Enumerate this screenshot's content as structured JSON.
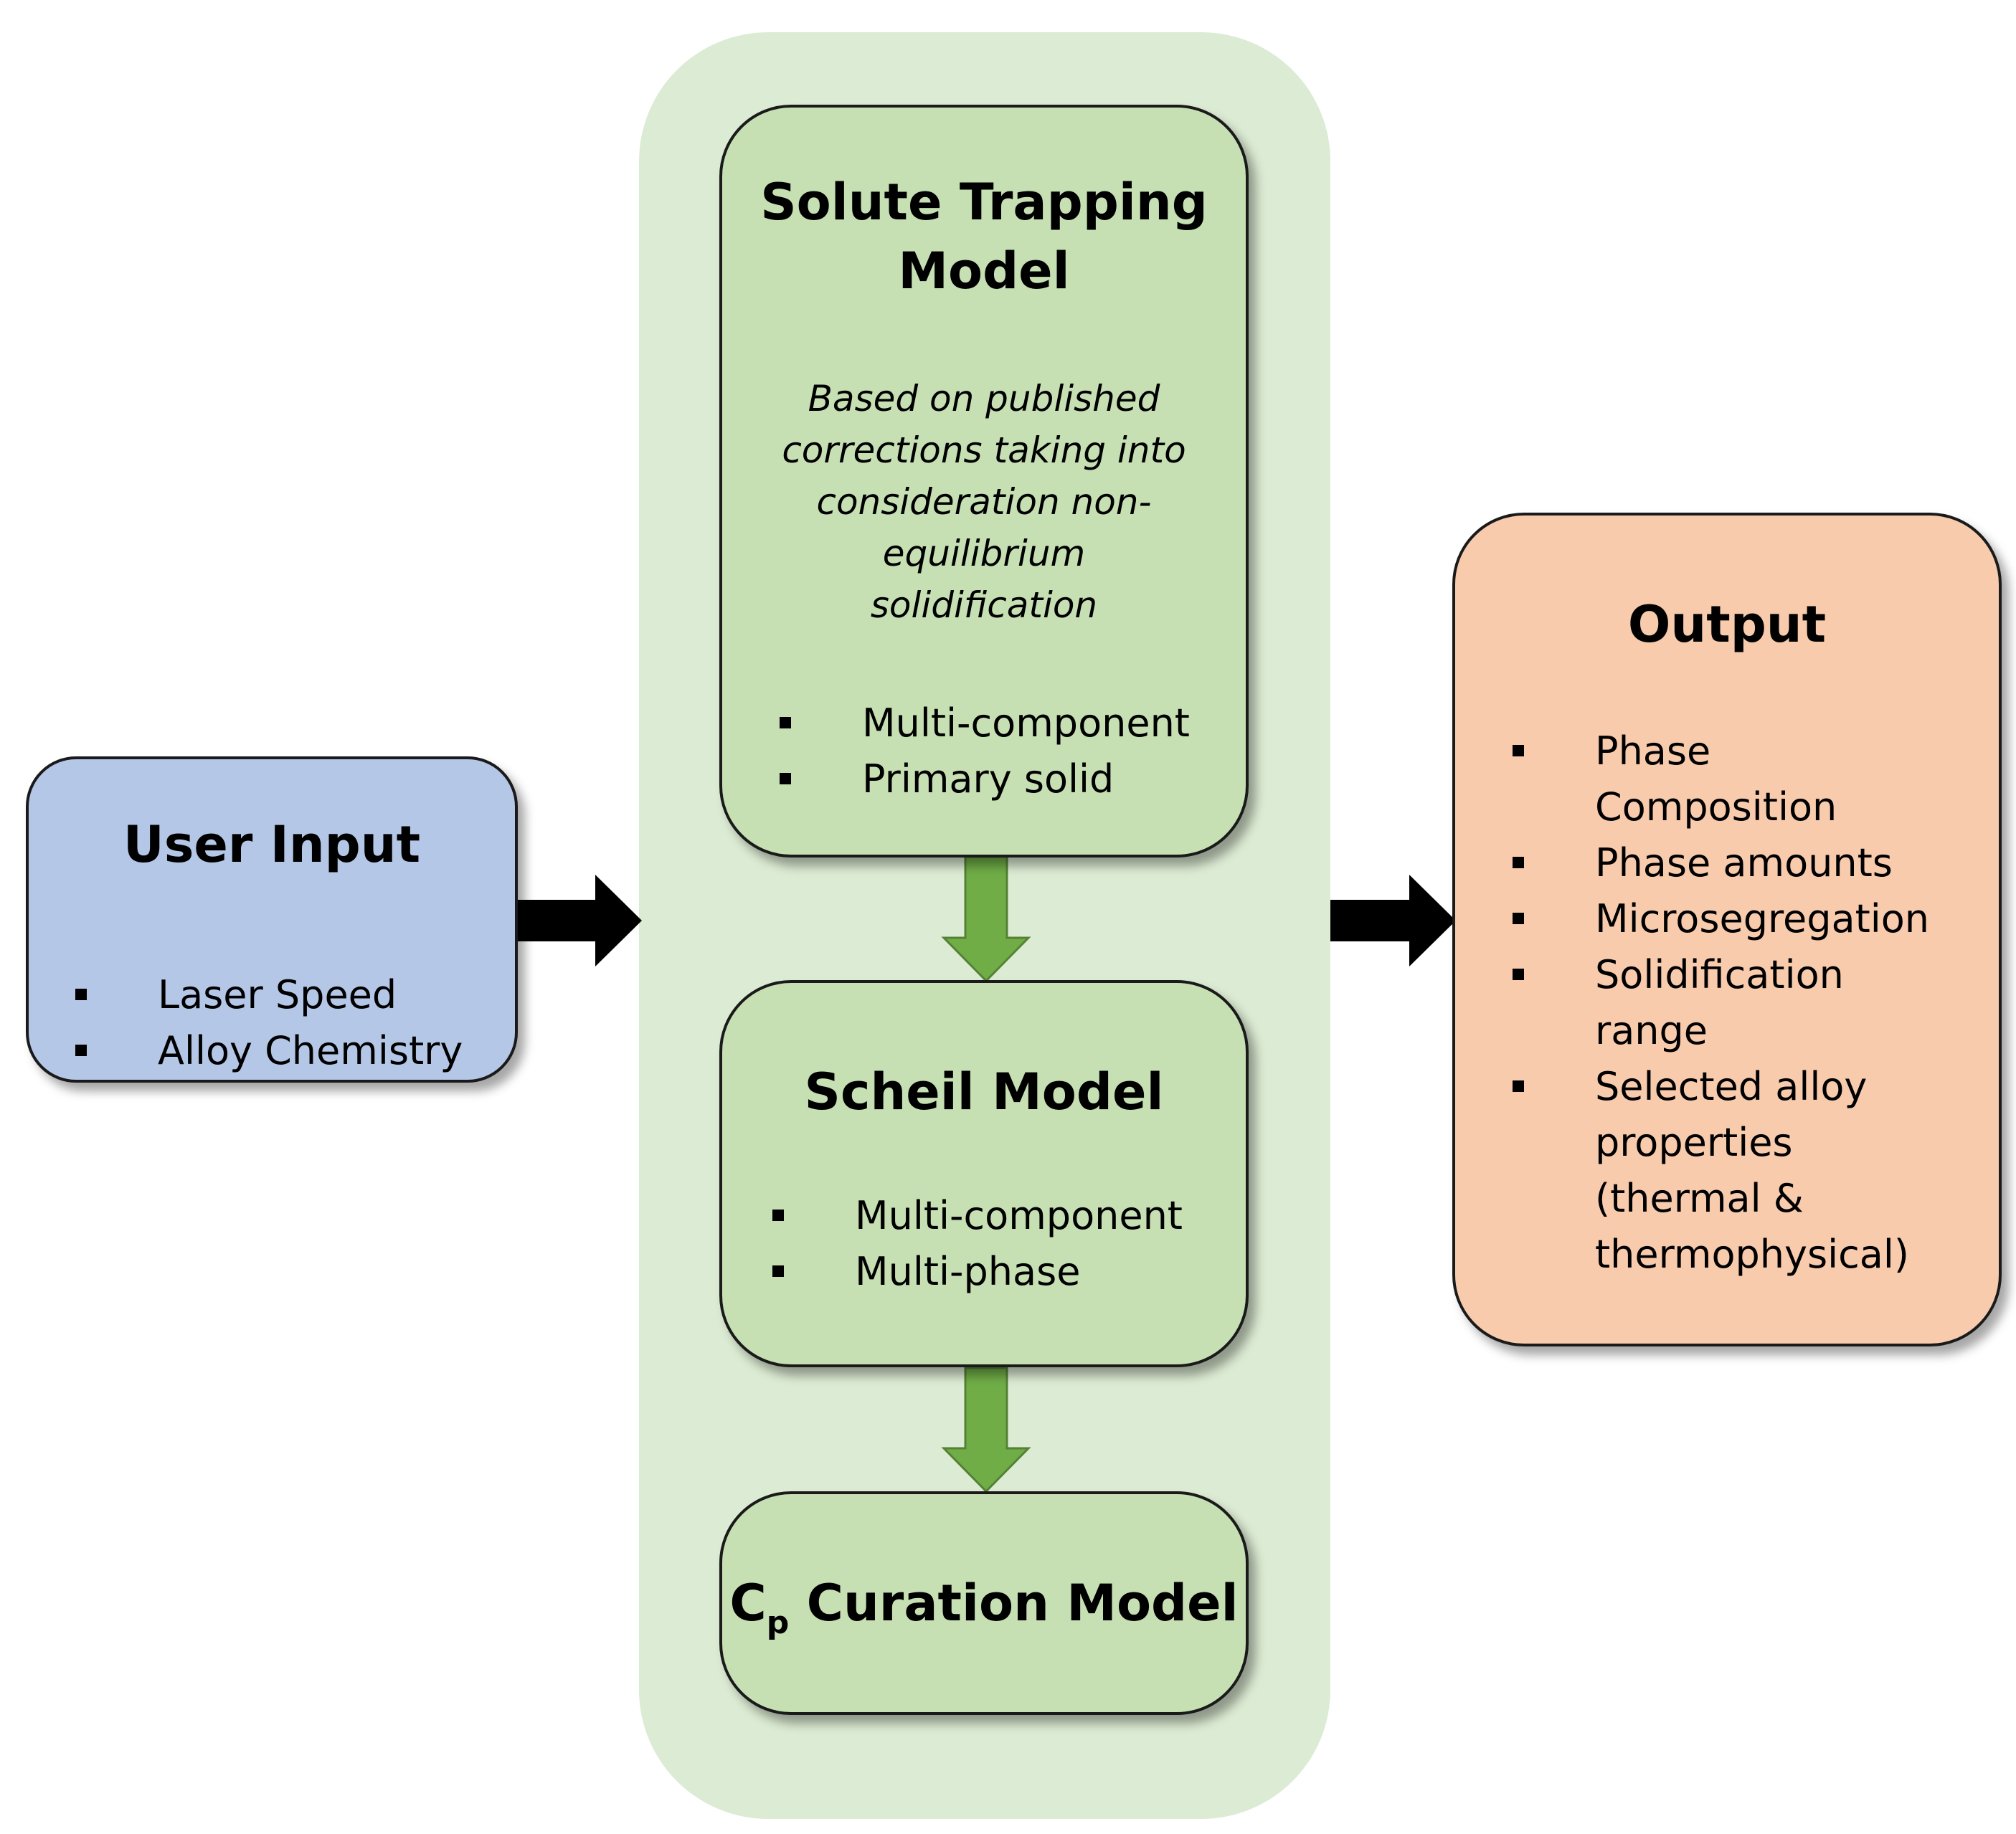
{
  "colors": {
    "panel_background": "#dcebd3",
    "green_box": "#c6e0b4",
    "blue_box": "#b4c7e7",
    "orange_box": "#f8cbad",
    "green_arrow": "#70ad47",
    "black_arrow": "#000000"
  },
  "user_input": {
    "title": "User Input",
    "items": [
      "Laser Speed",
      "Alloy Chemistry"
    ]
  },
  "solute_trapping": {
    "title_line1": "Solute Trapping",
    "title_line2": "Model",
    "description_lines": [
      "Based on published",
      "corrections taking into",
      "consideration non-",
      "equilibrium",
      "solidification"
    ],
    "items": [
      "Multi-component",
      "Primary solid"
    ]
  },
  "scheil": {
    "title": "Scheil Model",
    "items": [
      "Multi-component",
      "Multi-phase"
    ]
  },
  "cp_curation": {
    "title_main": "C",
    "title_sub": "p",
    "title_rest": " Curation Model"
  },
  "output": {
    "title": "Output",
    "items": [
      [
        "Phase",
        "Composition"
      ],
      [
        "Phase amounts"
      ],
      [
        "Microsegregation"
      ],
      [
        "Solidification",
        "range"
      ],
      [
        "Selected alloy",
        "properties",
        "(thermal &",
        "thermophysical)"
      ]
    ]
  }
}
